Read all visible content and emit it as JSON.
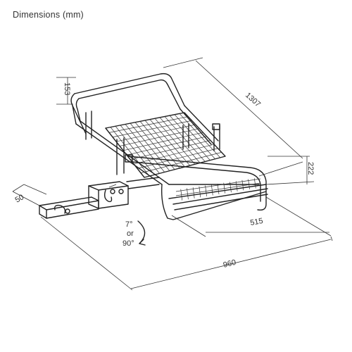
{
  "title": "Dimensions (mm)",
  "dimensions": {
    "height_rail": "153",
    "length": "1307",
    "height_total": "222",
    "width_inner": "515",
    "width_total": "960",
    "hitch_offset": "50"
  },
  "tilt": {
    "angle_a": "7°",
    "or": "or",
    "angle_b": "90°"
  }
}
